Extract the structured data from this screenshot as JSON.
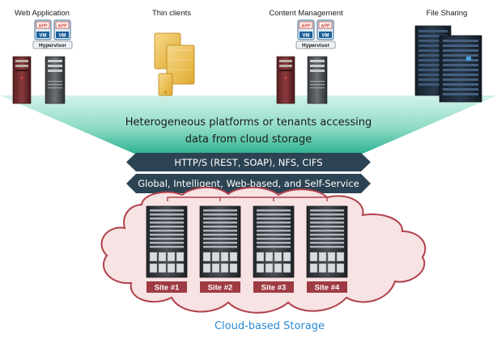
{
  "platforms": [
    {
      "label": "Web Application"
    },
    {
      "label": "Thin clients"
    },
    {
      "label": "Content Management"
    },
    {
      "label": "File Sharing"
    }
  ],
  "vm_stack": {
    "app_label": "APP",
    "vm_label": "VM",
    "hypervisor_label": "Hypervisor"
  },
  "fan": {
    "line1": "Heterogeneous platforms or tenants accessing",
    "line2": "data from cloud storage"
  },
  "bands": [
    {
      "label": "HTTP/S (REST, SOAP), NFS, CIFS"
    },
    {
      "label": "Global, Intelligent, Web-based, and Self-Service"
    }
  ],
  "sites": [
    {
      "label": "Site #1"
    },
    {
      "label": "Site #2"
    },
    {
      "label": "Site #3"
    },
    {
      "label": "Site #4"
    }
  ],
  "storage_label": "Cloud-based Storage",
  "colors": {
    "fan_top": "#d3f2ea",
    "fan_bottom": "#2fb393",
    "band": "#2c4353",
    "cloud_fill": "#f7e2e4",
    "cloud_stroke": "#b0404a",
    "storage_text": "#2a8ad4"
  }
}
